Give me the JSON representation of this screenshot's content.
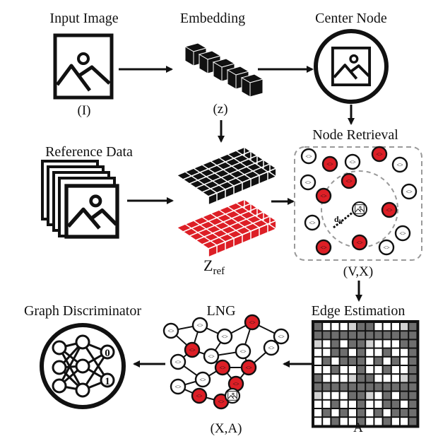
{
  "labels": {
    "input_image": "Input Image",
    "embedding": "Embedding",
    "center_node": "Center Node",
    "I": "(I)",
    "z": "(z)",
    "node_retrieval": "Node Retrieval",
    "reference_data": "Reference Data",
    "z_ref_main": "Z",
    "z_ref_sub": "ref",
    "VX": "(V,X)",
    "d_main": "d",
    "d_sub": "h",
    "graph_discriminator": "Graph Discriminator",
    "lng": "LNG",
    "edge_estimation": "Edge Estimation",
    "XA": "(X,A)",
    "A": "A",
    "zero": "0",
    "one": "1"
  },
  "node_glyph": "<>",
  "colors": {
    "red": "#dd1f26",
    "black": "#111111",
    "dark_gray": "#6e6e6e",
    "light_gray": "#d2d2d2",
    "dashed": "#9a9a9a"
  },
  "icons": [
    "image-icon",
    "embedding-blocks-icon",
    "neural-network-icon",
    "adjacency-matrix-icon"
  ]
}
